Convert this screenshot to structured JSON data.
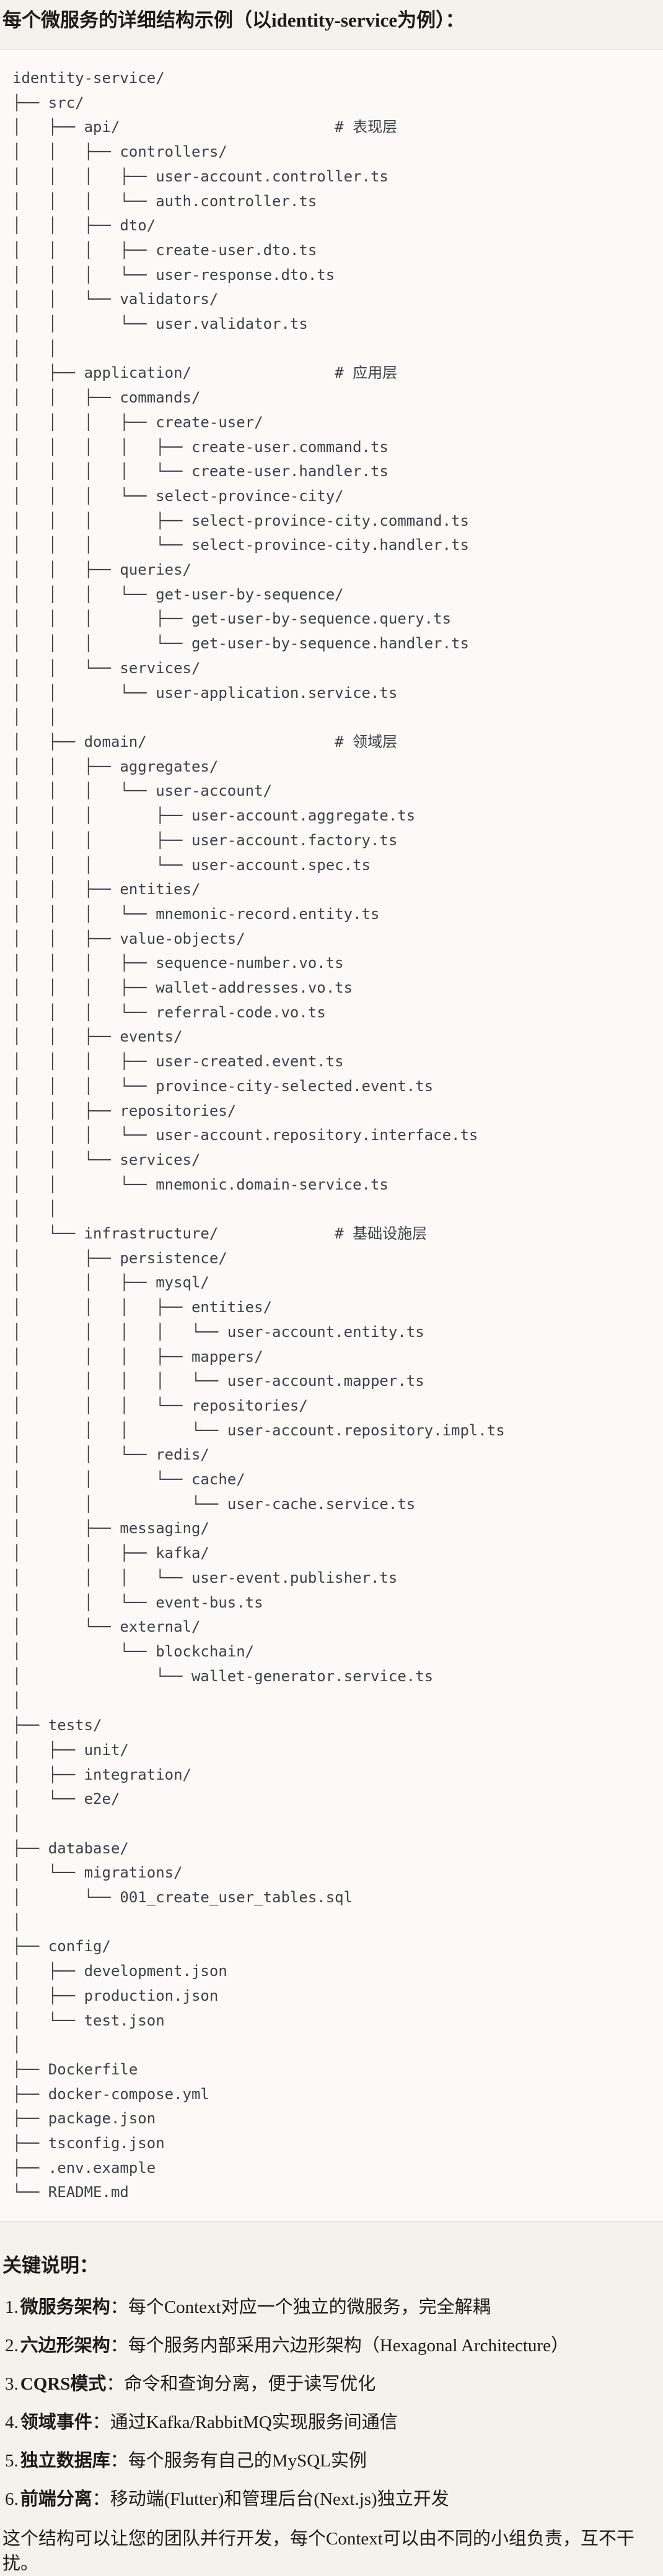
{
  "page": {
    "title": "每个微服务的详细结构示例（以identity-service为例）：",
    "colors": {
      "page_bg": "#f4f2ec",
      "code_bg": "#fbfaf7",
      "code_border": "#e5e3dc",
      "code_text": "#3d4046",
      "body_text": "#1c1b19"
    }
  },
  "tree": {
    "lines": [
      "identity-service/",
      "├── src/",
      "│   ├── api/                        # 表现层",
      "│   │   ├── controllers/",
      "│   │   │   ├── user-account.controller.ts",
      "│   │   │   └── auth.controller.ts",
      "│   │   ├── dto/",
      "│   │   │   ├── create-user.dto.ts",
      "│   │   │   └── user-response.dto.ts",
      "│   │   └── validators/",
      "│   │       └── user.validator.ts",
      "│   │",
      "│   ├── application/                # 应用层",
      "│   │   ├── commands/",
      "│   │   │   ├── create-user/",
      "│   │   │   │   ├── create-user.command.ts",
      "│   │   │   │   └── create-user.handler.ts",
      "│   │   │   └── select-province-city/",
      "│   │   │       ├── select-province-city.command.ts",
      "│   │   │       └── select-province-city.handler.ts",
      "│   │   ├── queries/",
      "│   │   │   └── get-user-by-sequence/",
      "│   │   │       ├── get-user-by-sequence.query.ts",
      "│   │   │       └── get-user-by-sequence.handler.ts",
      "│   │   └── services/",
      "│   │       └── user-application.service.ts",
      "│   │",
      "│   ├── domain/                     # 领域层",
      "│   │   ├── aggregates/",
      "│   │   │   └── user-account/",
      "│   │   │       ├── user-account.aggregate.ts",
      "│   │   │       ├── user-account.factory.ts",
      "│   │   │       └── user-account.spec.ts",
      "│   │   ├── entities/",
      "│   │   │   └── mnemonic-record.entity.ts",
      "│   │   ├── value-objects/",
      "│   │   │   ├── sequence-number.vo.ts",
      "│   │   │   ├── wallet-addresses.vo.ts",
      "│   │   │   └── referral-code.vo.ts",
      "│   │   ├── events/",
      "│   │   │   ├── user-created.event.ts",
      "│   │   │   └── province-city-selected.event.ts",
      "│   │   ├── repositories/",
      "│   │   │   └── user-account.repository.interface.ts",
      "│   │   └── services/",
      "│   │       └── mnemonic.domain-service.ts",
      "│   │",
      "│   └── infrastructure/             # 基础设施层",
      "│       ├── persistence/",
      "│       │   ├── mysql/",
      "│       │   │   ├── entities/",
      "│       │   │   │   └── user-account.entity.ts",
      "│       │   │   ├── mappers/",
      "│       │   │   │   └── user-account.mapper.ts",
      "│       │   │   └── repositories/",
      "│       │   │       └── user-account.repository.impl.ts",
      "│       │   └── redis/",
      "│       │       └── cache/",
      "│       │           └── user-cache.service.ts",
      "│       ├── messaging/",
      "│       │   ├── kafka/",
      "│       │   │   └── user-event.publisher.ts",
      "│       │   └── event-bus.ts",
      "│       └── external/",
      "│           └── blockchain/",
      "│               └── wallet-generator.service.ts",
      "│",
      "├── tests/",
      "│   ├── unit/",
      "│   ├── integration/",
      "│   └── e2e/",
      "│",
      "├── database/",
      "│   └── migrations/",
      "│       └── 001_create_user_tables.sql",
      "│",
      "├── config/",
      "│   ├── development.json",
      "│   ├── production.json",
      "│   └── test.json",
      "│",
      "├── Dockerfile",
      "├── docker-compose.yml",
      "├── package.json",
      "├── tsconfig.json",
      "├── .env.example",
      "└── README.md"
    ]
  },
  "notes": {
    "heading": "关键说明：",
    "colon": "：",
    "items": [
      {
        "num": "1.",
        "label": "微服务架构",
        "desc": "每个Context对应一个独立的微服务，完全解耦"
      },
      {
        "num": "2.",
        "label": "六边形架构",
        "desc": "每个服务内部采用六边形架构（Hexagonal Architecture）"
      },
      {
        "num": "3.",
        "label": "CQRS模式",
        "desc": "命令和查询分离，便于读写优化"
      },
      {
        "num": "4.",
        "label": "领域事件",
        "desc": "通过Kafka/RabbitMQ实现服务间通信"
      },
      {
        "num": "5.",
        "label": "独立数据库",
        "desc": "每个服务有自己的MySQL实例"
      },
      {
        "num": "6.",
        "label": "前端分离",
        "desc": "移动端(Flutter)和管理后台(Next.js)独立开发"
      }
    ],
    "closing": "这个结构可以让您的团队并行开发，每个Context可以由不同的小组负责，互不干扰。"
  }
}
